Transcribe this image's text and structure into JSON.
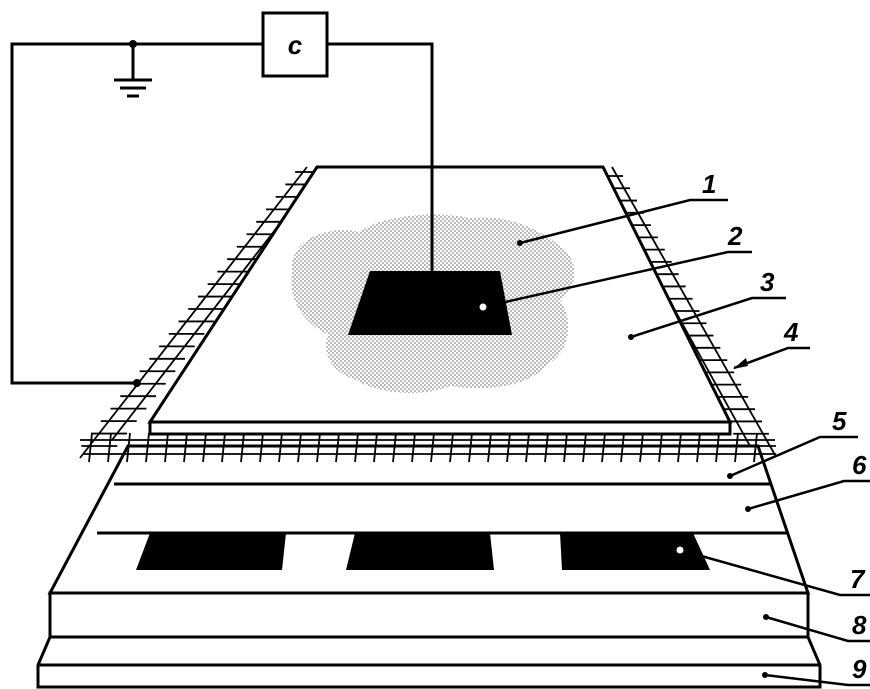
{
  "diagram": {
    "source_label": "c",
    "callouts": [
      {
        "id": "1",
        "text": "1"
      },
      {
        "id": "2",
        "text": "2"
      },
      {
        "id": "3",
        "text": "3"
      },
      {
        "id": "4",
        "text": "4"
      },
      {
        "id": "5",
        "text": "5"
      },
      {
        "id": "6",
        "text": "6"
      },
      {
        "id": "7",
        "text": "7"
      },
      {
        "id": "8",
        "text": "8"
      },
      {
        "id": "9",
        "text": "9"
      }
    ],
    "colors": {
      "ink": "#000000",
      "paper": "#ffffff",
      "stipple": "#b8b8b8"
    }
  }
}
